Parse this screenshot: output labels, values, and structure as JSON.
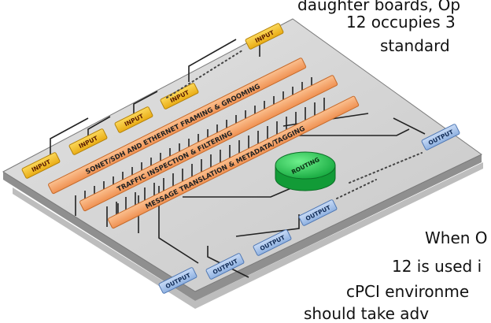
{
  "captions": {
    "top_line1": "daughter boards, Op",
    "top_line2": "12 occupies 3",
    "top_line3": "standard",
    "bottom_line1": "When O",
    "bottom_line2": "12 is used i",
    "bottom_line3": "cPCI environme",
    "bottom_line4": "should take adv"
  },
  "diagram": {
    "inputs": [
      "INPUT",
      "INPUT",
      "INPUT",
      "INPUT",
      "INPUT"
    ],
    "stages": [
      "SONET/SDH AND ETHERNET FRAMING & GROOMING",
      "TRAFFIC INSPECTION & FILTERING",
      "MESSAGE TRANSLATION & METADATA/TAGGING"
    ],
    "router": "ROUTING",
    "outputs": [
      "OUTPUT",
      "OUTPUT",
      "OUTPUT",
      "OUTPUT",
      "OUTPUT"
    ]
  },
  "colors": {
    "board": "#d4d4d4",
    "board_edge": "#9a9a9a",
    "input_fill": "#f5c42c",
    "stage_fill": "#f7a86c",
    "router_fill": "#2bcf5a",
    "output_fill": "#a9c6ec"
  }
}
